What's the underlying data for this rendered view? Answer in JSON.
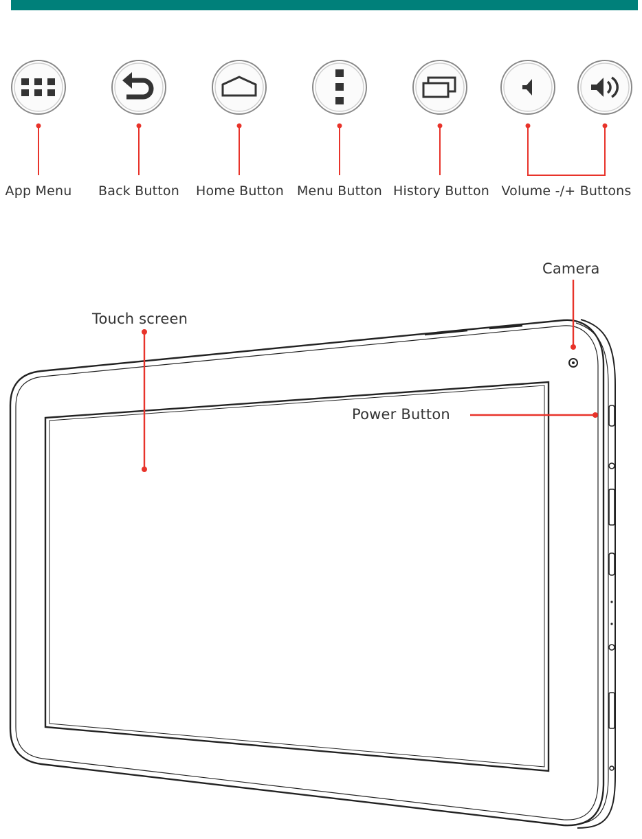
{
  "colors": {
    "header_bar": "#00807a",
    "callout": "#e8332a",
    "outline": "#222222",
    "label_text": "#333333"
  },
  "nav_buttons": [
    {
      "label": "App Menu",
      "icon": "app-grid-icon"
    },
    {
      "label": "Back Button",
      "icon": "back-arrow-icon"
    },
    {
      "label": "Home Button",
      "icon": "home-icon"
    },
    {
      "label": "Menu Button",
      "icon": "menu-dots-icon"
    },
    {
      "label": "History Button",
      "icon": "history-icon"
    },
    {
      "label": "Volume -/+ Buttons",
      "icon": "volume-icons"
    }
  ],
  "device_labels": {
    "camera": "Camera",
    "touch_screen": "Touch screen",
    "power_button": "Power Button"
  }
}
